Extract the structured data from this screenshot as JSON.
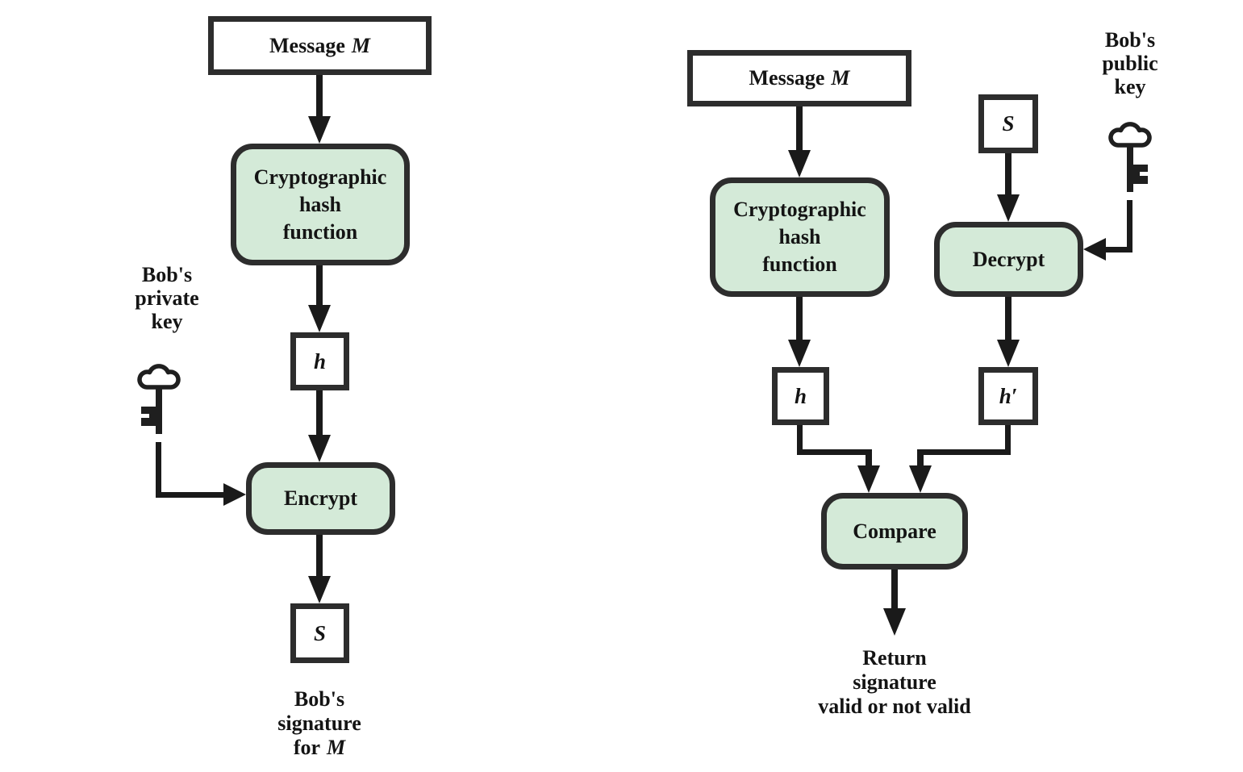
{
  "palette": {
    "background": "#ffffff",
    "node_fill_green": "#d4ead8",
    "node_fill_white": "#ffffff",
    "node_border": "#2d2d2d",
    "line_color": "#1a1a1a",
    "text_color": "#141414"
  },
  "left_flow": {
    "message": {
      "label": "Message",
      "var": "M"
    },
    "hash_lines": [
      "Cryptographic",
      "hash",
      "function"
    ],
    "h_label": "h",
    "encrypt_label": "Encrypt",
    "s_label": "S",
    "private_key_caption": [
      "Bob's",
      "private",
      "key"
    ],
    "signature_caption": {
      "line1": "Bob's",
      "line2": "signature",
      "line3_prefix": "for",
      "line3_var": "M"
    }
  },
  "right_flow": {
    "message": {
      "label": "Message",
      "var": "M"
    },
    "hash_lines": [
      "Cryptographic",
      "hash",
      "function"
    ],
    "h_label": "h",
    "h_prime_label": "h′",
    "s_label": "S",
    "decrypt_label": "Decrypt",
    "compare_label": "Compare",
    "public_key_caption": [
      "Bob's",
      "public",
      "key"
    ],
    "result_caption": [
      "Return",
      "signature",
      "valid or not valid"
    ]
  },
  "icons": {
    "private_key": "key-icon",
    "public_key": "key-icon"
  }
}
